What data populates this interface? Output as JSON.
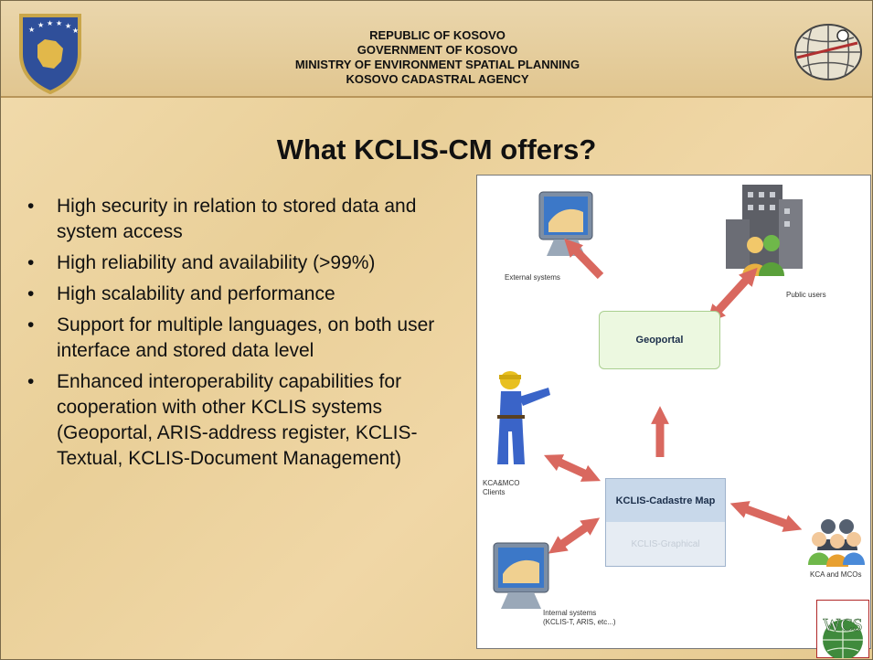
{
  "header": {
    "lines": [
      "REPUBLIC OF KOSOVO",
      "GOVERNMENT OF KOSOVO",
      "MINISTRY OF ENVIRONMENT SPATIAL PLANNING",
      "KOSOVO CADASTRAL AGENCY"
    ]
  },
  "title": "What KCLIS-CM offers?",
  "bullets": [
    "High security in relation to stored data and system access",
    "High reliability and availability (>99%)",
    "High scalability and performance",
    "Support for multiple languages, on both user interface and stored data level",
    "Enhanced interoperability capabilities for cooperation with other KCLIS systems (Geoportal, ARIS-address register, KCLIS-Textual, KCLIS-Document Management)"
  ],
  "bullet_glyph": "•",
  "diagram": {
    "labels": {
      "external_systems": "External systems",
      "public_users": "Public users",
      "geoportal": "Geoportal",
      "clients_line1": "KCA&MCO",
      "clients_line2": "Clients",
      "cadastre_map": "KCLIS-Cadastre Map",
      "graphical": "KCLIS-Graphical",
      "kca_mcos": "KCA and MCOs",
      "internal_line1": "Internal systems",
      "internal_line2": "(KCLIS-T, ARIS, etc...)"
    },
    "arrow_color": "#d9685f"
  },
  "logos": {
    "wcs_text": "WCS"
  }
}
